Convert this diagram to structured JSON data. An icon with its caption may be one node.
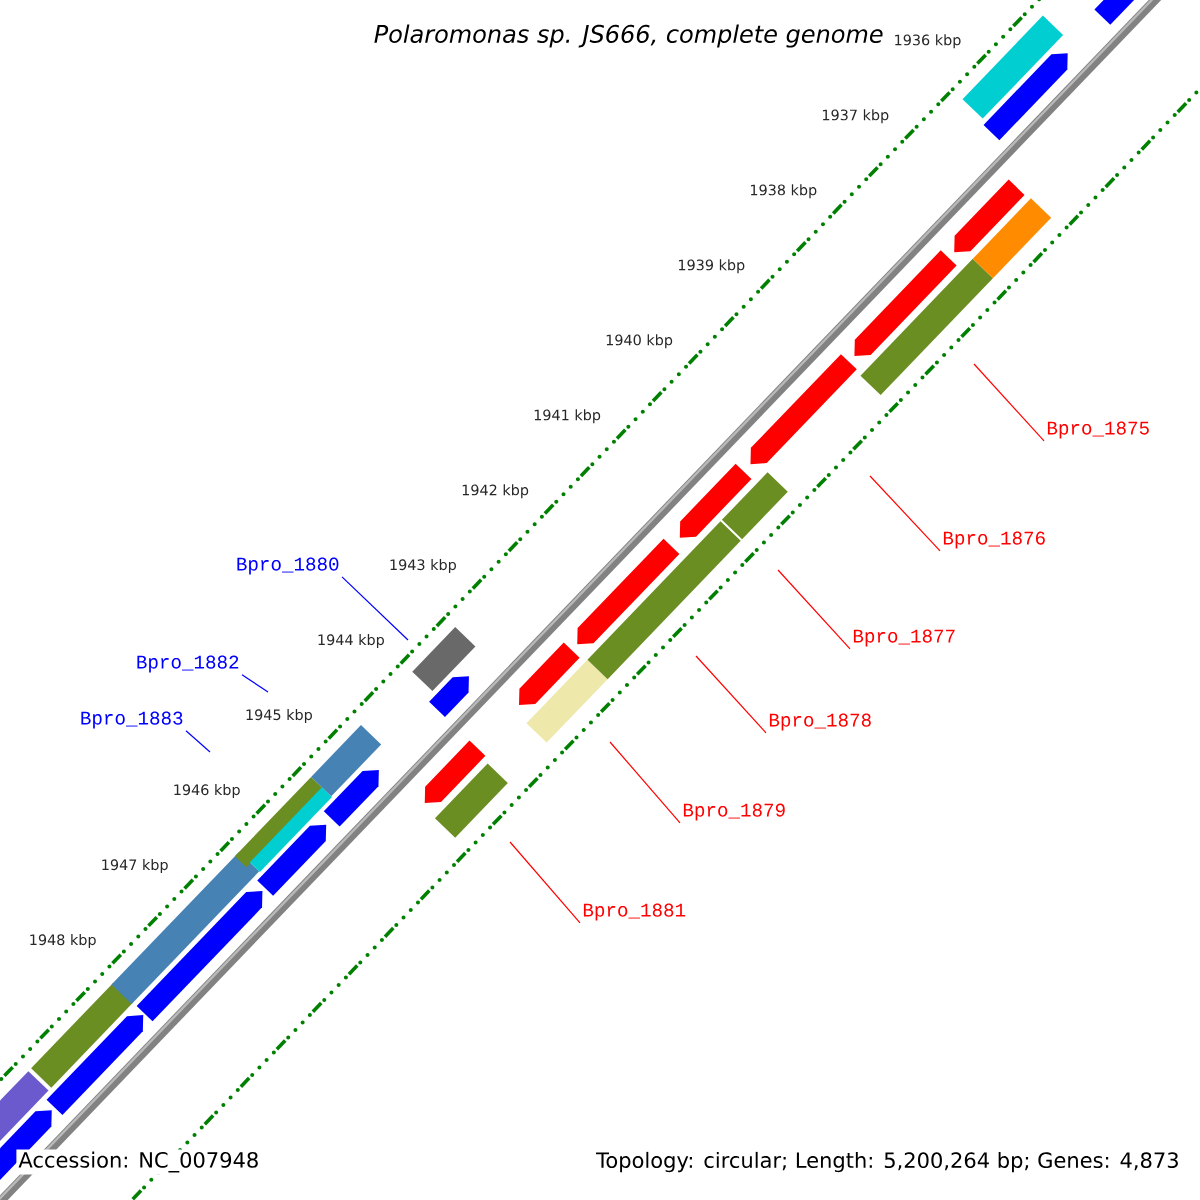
{
  "diagram": {
    "title": "Polaromonas sp. JS666, complete genome",
    "nodes": [
      {
        "text": [
          "Bpro_1875"
        ]
      },
      {
        "text": [
          "Bpro_1876"
        ]
      },
      {
        "text": [
          "Bpro_1880"
        ]
      },
      {
        "text": [
          "Bpro_1877"
        ]
      },
      {
        "text": [
          "Bpro_1882"
        ]
      },
      {
        "text": [
          "Bpro_1883"
        ]
      },
      {
        "text": [
          "Bpro_1878"
        ]
      },
      {
        "text": [
          "Bpro_1879"
        ]
      },
      {
        "text": [
          "Bpro_1881"
        ]
      }
    ],
    "edges": [
      {
        "from": 0,
        "to": null,
        "arrow": "none"
      },
      {
        "from": 1,
        "to": null,
        "arrow": "none"
      },
      {
        "from": 2,
        "to": null,
        "arrow": "none",
        "color": "#0000ff"
      },
      {
        "from": 3,
        "to": null,
        "arrow": "none"
      },
      {
        "from": 4,
        "to": null,
        "arrow": "none",
        "color": "#0000ff"
      },
      {
        "from": 5,
        "to": null,
        "arrow": "none",
        "color": "#0000ff"
      },
      {
        "from": 6,
        "to": null,
        "arrow": "none"
      },
      {
        "from": 7,
        "to": null,
        "arrow": "none"
      },
      {
        "from": 8,
        "to": null,
        "arrow": "none"
      }
    ],
    "labels": [
      "1936 kbp",
      "1937 kbp",
      "1938 kbp",
      "1939 kbp",
      "1940 kbp",
      "1941 kbp",
      "1942 kbp",
      "1943 kbp",
      "1944 kbp",
      "1945 kbp",
      "1946 kbp",
      "1947 kbp",
      "1948 kbp",
      "Accession: NC_007948",
      "Topology: circular; Length: 5,200,264 bp; Genes: 4,873"
    ]
  }
}
